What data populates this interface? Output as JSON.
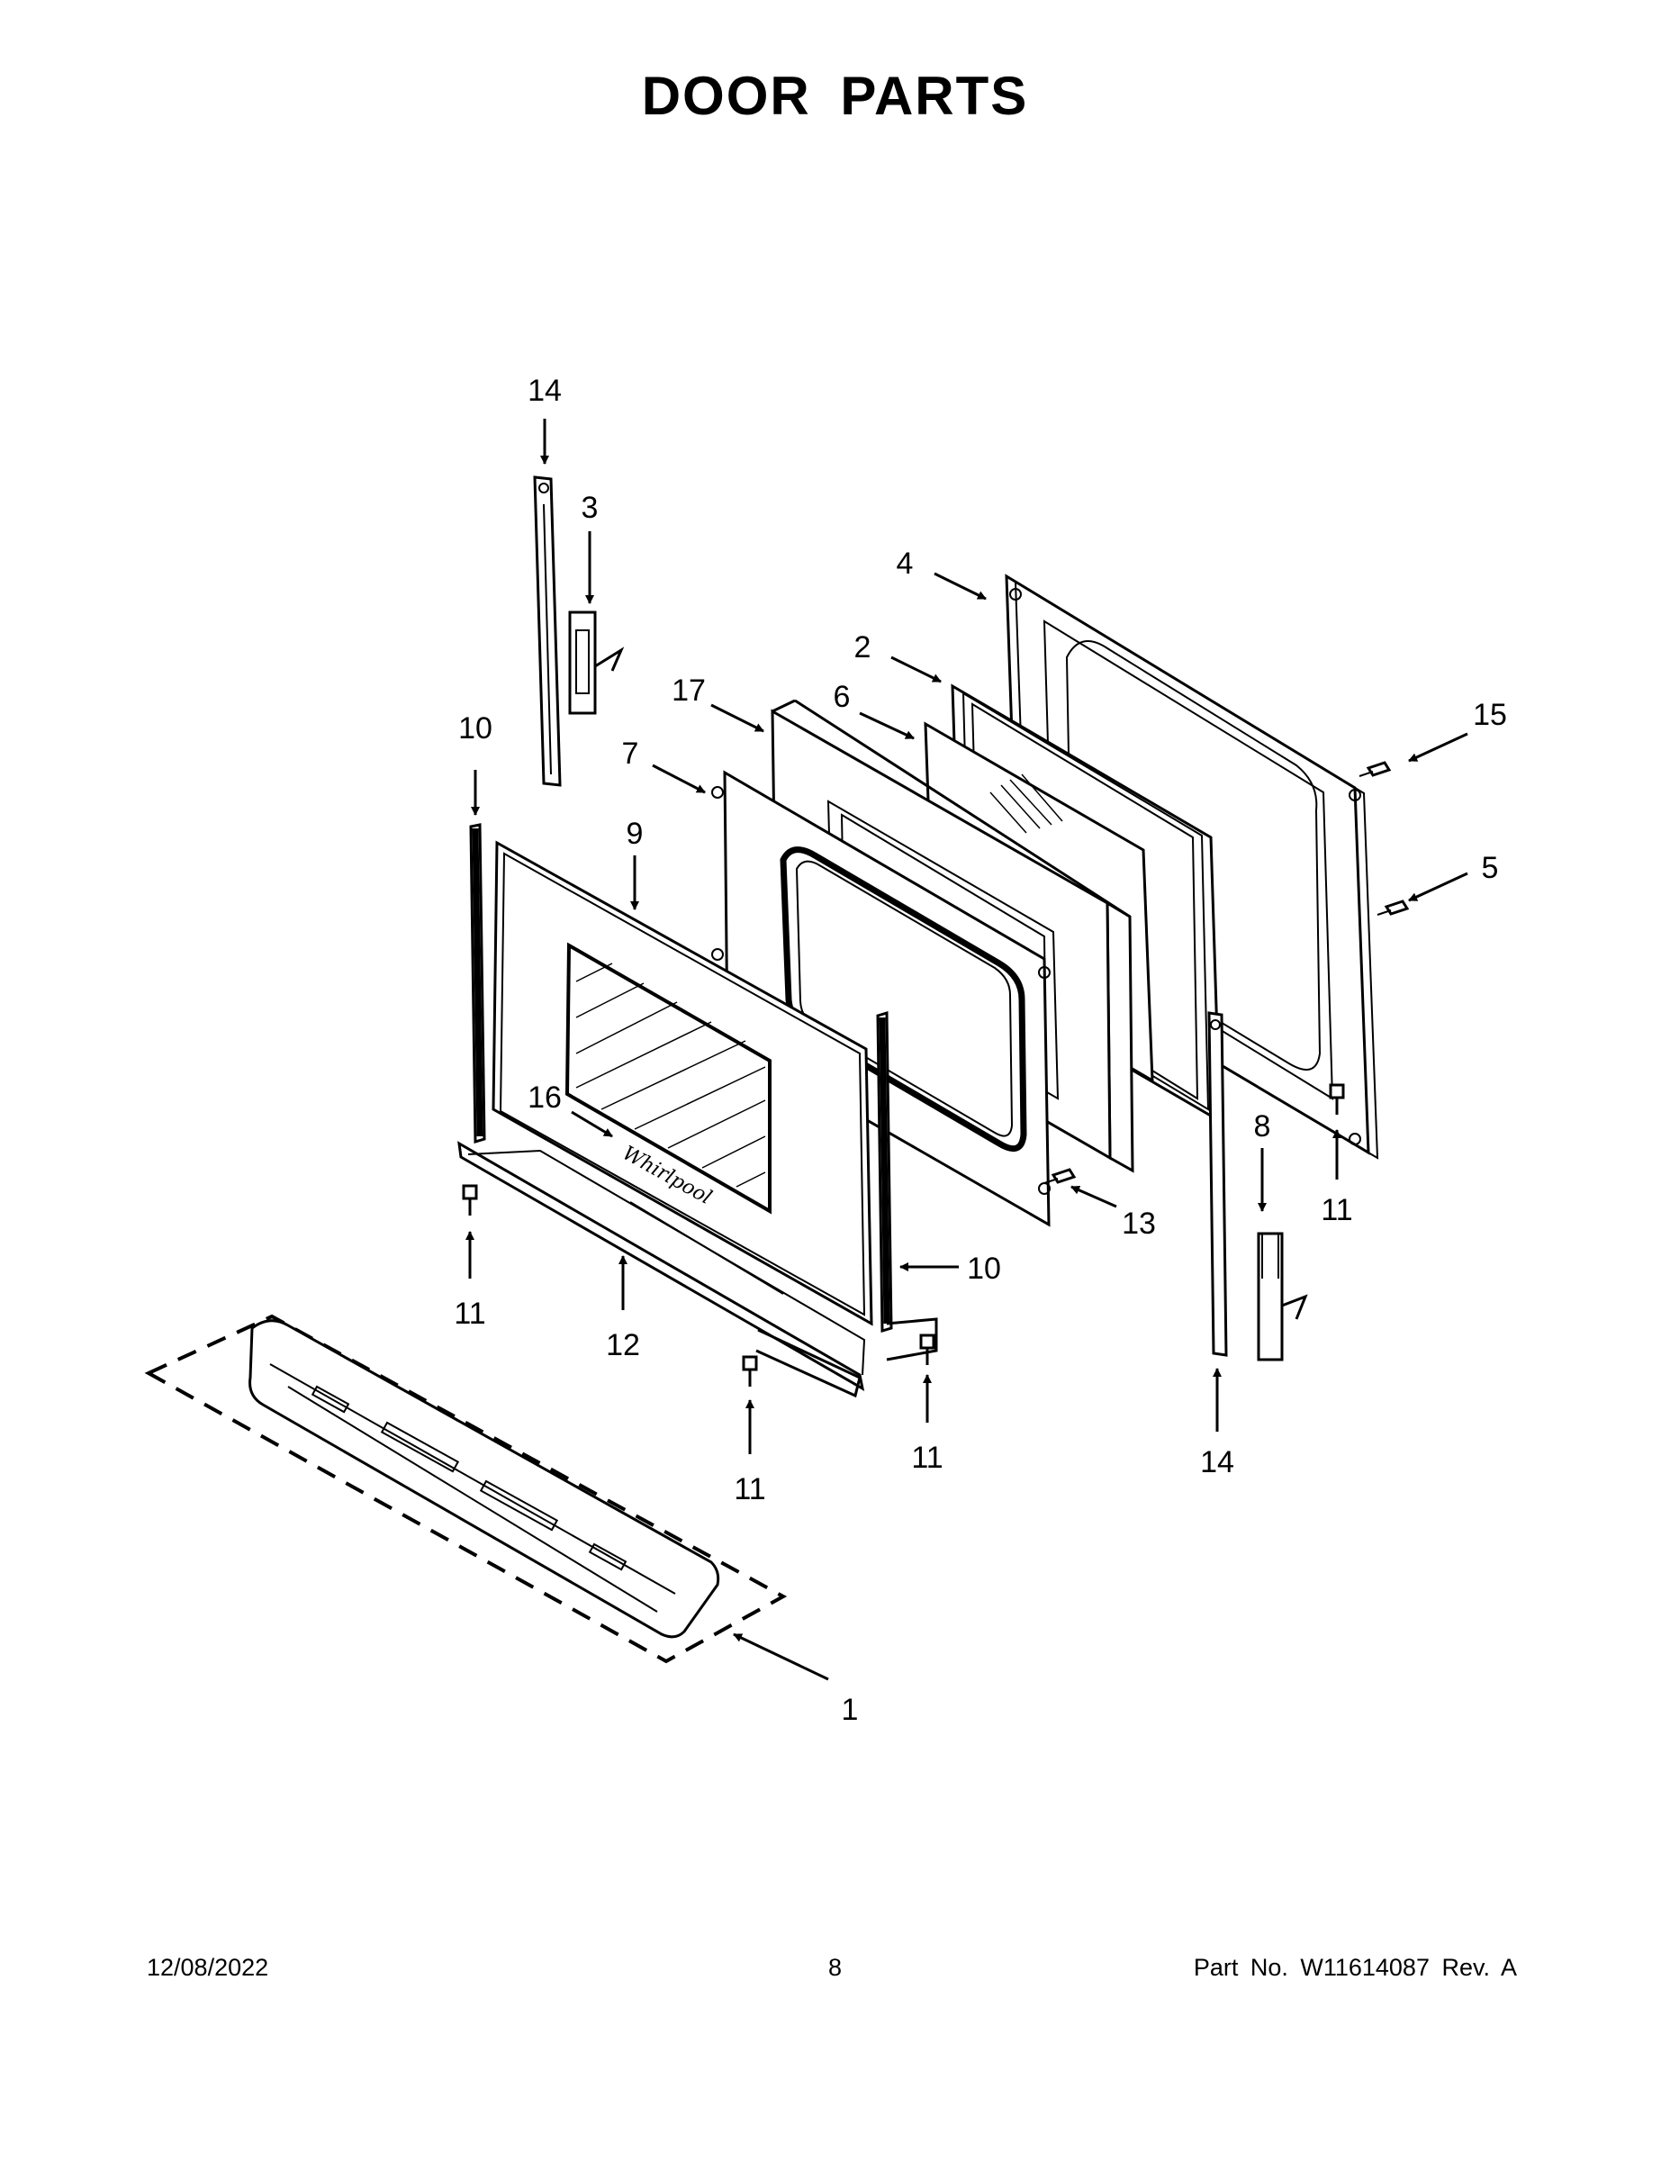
{
  "page": {
    "title": "DOOR PARTS",
    "footer_date": "12/08/2022",
    "footer_page": "8",
    "footer_part": "Part No.  W11614087  Rev.  A"
  },
  "callouts": [
    {
      "id": "c1",
      "label": "1"
    },
    {
      "id": "c2",
      "label": "2"
    },
    {
      "id": "c3",
      "label": "3"
    },
    {
      "id": "c4",
      "label": "4"
    },
    {
      "id": "c5",
      "label": "5"
    },
    {
      "id": "c6",
      "label": "6"
    },
    {
      "id": "c7",
      "label": "7"
    },
    {
      "id": "c8",
      "label": "8"
    },
    {
      "id": "c9",
      "label": "9"
    },
    {
      "id": "c10a",
      "label": "10"
    },
    {
      "id": "c10b",
      "label": "10"
    },
    {
      "id": "c11a",
      "label": "11"
    },
    {
      "id": "c11b",
      "label": "11"
    },
    {
      "id": "c11c",
      "label": "11"
    },
    {
      "id": "c11d",
      "label": "11"
    },
    {
      "id": "c12",
      "label": "12"
    },
    {
      "id": "c13",
      "label": "13"
    },
    {
      "id": "c14a",
      "label": "14"
    },
    {
      "id": "c14b",
      "label": "14"
    },
    {
      "id": "c15",
      "label": "15"
    },
    {
      "id": "c16",
      "label": "16"
    },
    {
      "id": "c17",
      "label": "17"
    }
  ]
}
